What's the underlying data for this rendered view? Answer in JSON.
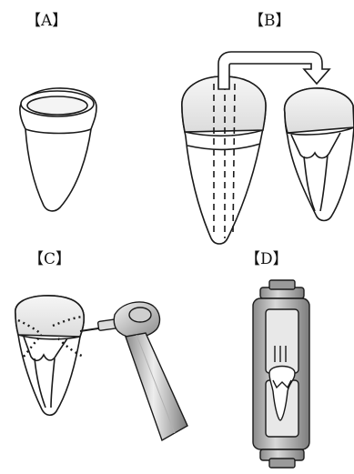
{
  "panels": {
    "a": {
      "label": "【A】"
    },
    "b": {
      "label": "【B】"
    },
    "c": {
      "label": "【C】"
    },
    "d": {
      "label": "【D】"
    }
  },
  "colors": {
    "stroke": "#1a1a1a",
    "handpiece_light": "#e6e6e6",
    "handpiece_dark": "#8c8c8c",
    "device_body": "#c8c8c8",
    "device_dark": "#7a7a7a",
    "crown_fill": "#efefef"
  }
}
